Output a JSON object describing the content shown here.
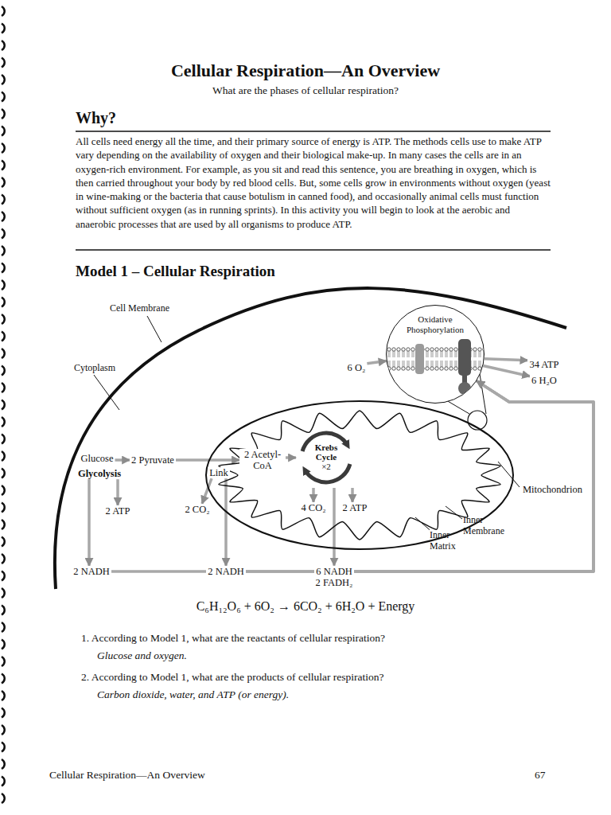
{
  "diagram": {
    "title": "Cellular Respiration—An Overview",
    "nodes": [
      {
        "text": [
          "Glucose"
        ]
      },
      {
        "text": [
          "2 Pyruvate"
        ]
      },
      {
        "text": [
          "Glycolysis"
        ]
      },
      {
        "text": [
          "2 ATP"
        ]
      },
      {
        "text": [
          "2 NADH"
        ]
      },
      {
        "text": [
          "Mitochondrion"
        ]
      },
      {
        "text": [
          "Link"
        ],
        "in": 5
      },
      {
        "text": [
          "2 Acetyl-CoA"
        ],
        "in": 5
      },
      {
        "text": [
          "Krebs Cycle",
          "×2"
        ],
        "in": 5
      },
      {
        "text": [
          "2 CO₂"
        ]
      },
      {
        "text": [
          "4 CO₂"
        ],
        "in": 5
      },
      {
        "text": [
          "2 ATP"
        ],
        "in": 5
      },
      {
        "text": [
          "2 NADH"
        ]
      },
      {
        "text": [
          "6 NADH",
          "2 FADH₂"
        ]
      },
      {
        "text": [
          "6 O₂"
        ]
      },
      {
        "text": [
          "Oxidative Phosphorylation"
        ]
      },
      {
        "text": [
          "34 ATP"
        ]
      },
      {
        "text": [
          "6 H₂O"
        ]
      }
    ],
    "edges": [
      {
        "from": 0,
        "to": 1,
        "arrow": "to"
      },
      {
        "from": 1,
        "to": 7,
        "arrow": "to"
      },
      {
        "from": 7,
        "to": 8,
        "arrow": "to"
      },
      {
        "from": 2,
        "to": 3,
        "arrow": "to"
      },
      {
        "from": 2,
        "to": 4,
        "arrow": "to"
      },
      {
        "from": 6,
        "to": 9,
        "arrow": "to"
      },
      {
        "from": 6,
        "to": 12,
        "arrow": "to"
      },
      {
        "from": 8,
        "to": 10,
        "arrow": "to"
      },
      {
        "from": 8,
        "to": 11,
        "arrow": "to"
      },
      {
        "from": 8,
        "to": 13,
        "arrow": "to"
      },
      {
        "from": 4,
        "to": 15,
        "arrow": "to"
      },
      {
        "from": 12,
        "to": 15,
        "arrow": "to"
      },
      {
        "from": 13,
        "to": 15,
        "arrow": "to"
      },
      {
        "from": 14,
        "to": 15,
        "arrow": "to"
      },
      {
        "from": 15,
        "to": 16,
        "arrow": "to"
      },
      {
        "from": 15,
        "to": 17,
        "arrow": "to"
      }
    ],
    "labels": [
      "What are the phases of cellular respiration?",
      "Why?",
      "All cells need energy all the time, and their primary source of energy is ATP. The methods cells use to make ATP vary depending on the availability of oxygen and their biological make-up. In many cases the cells are in an oxygen-rich environment. For example, as you sit and read this sentence, you are breathing in oxygen, which is then carried throughout your body by red blood cells. But, some cells grow in environments without oxygen (yeast in wine-making or the bacteria that cause botulism in canned food), and occasionally animal cells must function without sufficient oxygen (as in running sprints). In this activity you will begin to look at the aerobic and anaerobic processes that are used by all organisms to produce ATP.",
      "Model 1 – Cellular Respiration",
      "Cell Membrane",
      "Cytoplasm",
      "Inner Membrane",
      "Inner Matrix",
      "C₆H₁₂O₆ + 6O₂ → 6CO₂ + 6H₂O + Energy",
      "1. According to Model 1, what are the reactants of cellular respiration?",
      "Glucose and oxygen.",
      "2. According to Model 1, what are the products of cellular respiration?",
      "Carbon dioxide, water, and ATP (or energy).",
      "Cellular Respiration—An Overview",
      "67"
    ]
  }
}
